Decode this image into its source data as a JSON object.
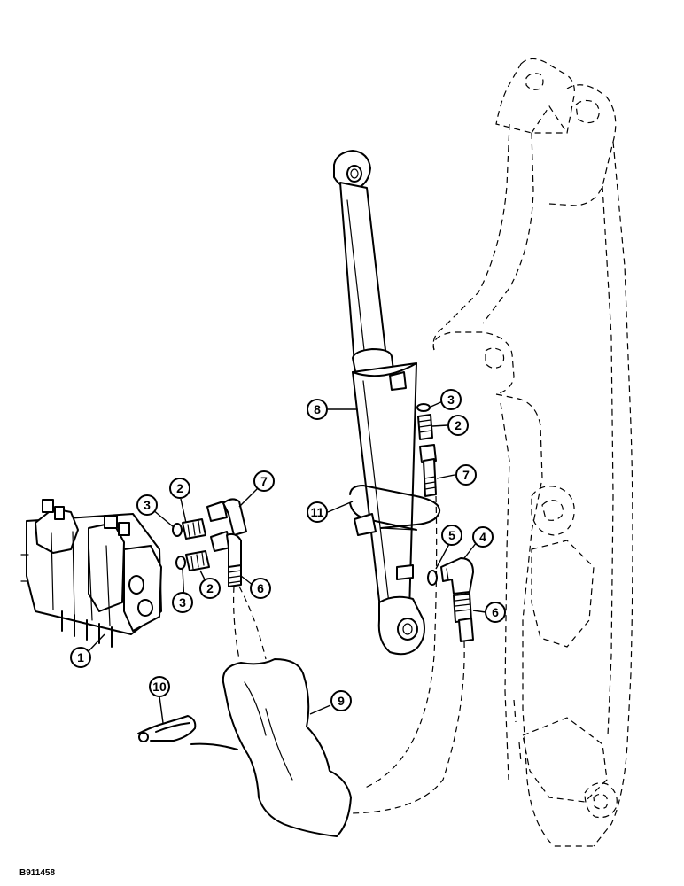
{
  "figure_id": "B911458",
  "callouts": {
    "c1": "1",
    "c2a": "2",
    "c2b": "2",
    "c2c": "2",
    "c3a": "3",
    "c3b": "3",
    "c3c": "3",
    "c4": "4",
    "c5": "5",
    "c6a": "6",
    "c6b": "6",
    "c7a": "7",
    "c7b": "7",
    "c8": "8",
    "c9": "9",
    "c10": "10",
    "c11": "11"
  }
}
